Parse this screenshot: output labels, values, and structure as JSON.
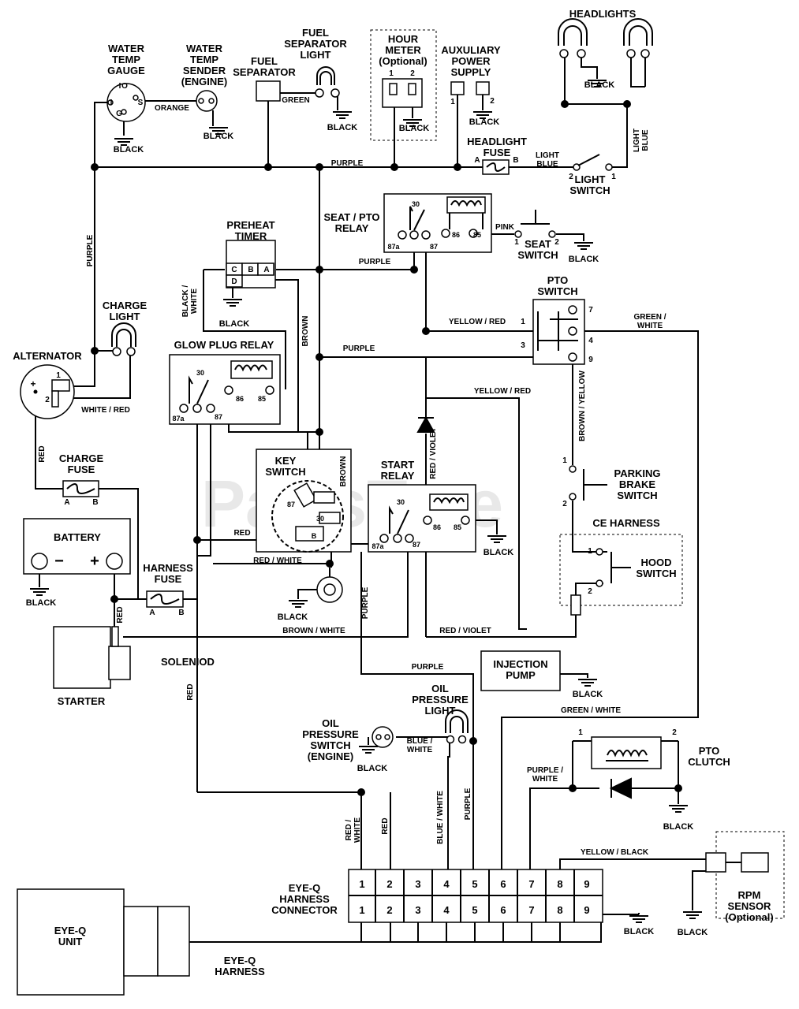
{
  "watermark": "PartsTree",
  "components": {
    "water_temp_gauge": "WATER\nTEMP\nGAUGE",
    "water_temp_sender": "WATER\nTEMP\nSENDER\n(ENGINE)",
    "fuel_separator": "FUEL\nSEPARATOR",
    "fuel_separator_light": "FUEL\nSEPARATOR\nLIGHT",
    "hour_meter": "HOUR\nMETER\n(Optional)",
    "aux_power": "AUXULIARY\nPOWER\nSUPPLY",
    "headlights": "HEADLIGHTS",
    "headlight_fuse": "HEADLIGHT\nFUSE",
    "light_switch": "LIGHT\nSWITCH",
    "seat_pto_relay": "SEAT / PTO\nRELAY",
    "seat_switch": "SEAT\nSWITCH",
    "preheat_timer": "PREHEAT\nTIMER",
    "charge_light": "CHARGE\nLIGHT",
    "alternator": "ALTERNATOR",
    "glow_plug_relay": "GLOW PLUG RELAY",
    "pto_switch": "PTO\nSWITCH",
    "charge_fuse": "CHARGE\nFUSE",
    "key_switch": "KEY\nSWITCH",
    "start_relay": "START\nRELAY",
    "parking_brake_switch": "PARKING\nBRAKE\nSWITCH",
    "ce_harness": "CE HARNESS",
    "hood_switch": "HOOD\nSWITCH",
    "battery": "BATTERY",
    "harness_fuse": "HARNESS\nFUSE",
    "solenoid": "SOLENIOD",
    "starter": "STARTER",
    "injection_pump": "INJECTION\nPUMP",
    "oil_pressure_light": "OIL\nPRESSURE\nLIGHT",
    "oil_pressure_switch": "OIL\nPRESSURE\nSWITCH\n(ENGINE)",
    "pto_clutch": "PTO\nCLUTCH",
    "eyeq_connector": "EYE-Q\nHARNESS\nCONNECTOR",
    "rpm_sensor": "RPM\nSENSOR\n(Optional)",
    "eyeq_unit": "EYE-Q\nUNIT",
    "eyeq_harness": "EYE-Q\nHARNESS"
  },
  "wire_labels": [
    {
      "text": "ORANGE",
      "id": "w1"
    },
    {
      "text": "GREEN",
      "id": "w2"
    },
    {
      "text": "PURPLE",
      "id": "w3"
    },
    {
      "text": "LIGHT\nBLUE",
      "id": "w4"
    },
    {
      "text": "LIGHT\nBLUE",
      "id": "w5"
    },
    {
      "text": "PINK",
      "id": "w6"
    },
    {
      "text": "PURPLE",
      "id": "w7"
    },
    {
      "text": "PURPLE",
      "id": "w8"
    },
    {
      "text": "BLACK /\nWHITE",
      "id": "w9"
    },
    {
      "text": "BROWN",
      "id": "w10"
    },
    {
      "text": "YELLOW / RED",
      "id": "w11"
    },
    {
      "text": "GREEN /\nWHITE",
      "id": "w12"
    },
    {
      "text": "PURPLE",
      "id": "w13"
    },
    {
      "text": "WHITE / RED",
      "id": "w14"
    },
    {
      "text": "YELLOW / RED",
      "id": "w15"
    },
    {
      "text": "BROWN / YELLOW",
      "id": "w16"
    },
    {
      "text": "RED",
      "id": "w17"
    },
    {
      "text": "RED / VIOLET",
      "id": "w18"
    },
    {
      "text": "BROWN",
      "id": "w19"
    },
    {
      "text": "RED",
      "id": "w20"
    },
    {
      "text": "RED / WHITE",
      "id": "w21"
    },
    {
      "text": "PURPLE",
      "id": "w22"
    },
    {
      "text": "RED",
      "id": "w23"
    },
    {
      "text": "BROWN / WHITE",
      "id": "w24"
    },
    {
      "text": "RED / VIOLET",
      "id": "w25"
    },
    {
      "text": "RED",
      "id": "w26"
    },
    {
      "text": "PURPLE",
      "id": "w27"
    },
    {
      "text": "GREEN / WHITE",
      "id": "w28"
    },
    {
      "text": "BLUE /\nWHITE",
      "id": "w29"
    },
    {
      "text": "PURPLE /\nWHITE",
      "id": "w30"
    },
    {
      "text": "RED /\nWHITE",
      "id": "w31"
    },
    {
      "text": "RED",
      "id": "w32"
    },
    {
      "text": "BLUE / WHITE",
      "id": "w33"
    },
    {
      "text": "PURPLE",
      "id": "w34"
    },
    {
      "text": "YELLOW / BLACK",
      "id": "w35"
    }
  ],
  "ground_label": "BLACK",
  "terminal_labels": {
    "gauge": [
      "I",
      "O",
      "I",
      "S",
      "G"
    ],
    "hour_meter": [
      "1",
      "2"
    ],
    "aux": [
      "1",
      "2"
    ],
    "fuse": [
      "A",
      "B"
    ],
    "light_switch": [
      "2",
      "1"
    ],
    "relay": [
      "30",
      "87a",
      "87",
      "86",
      "85"
    ],
    "seat_switch": [
      "1",
      "2"
    ],
    "preheat": [
      "C",
      "B",
      "A",
      "D"
    ],
    "pto_switch_left": [
      "1",
      "3"
    ],
    "pto_switch_right": [
      "7",
      "4",
      "9"
    ],
    "alternator": [
      "+",
      "1",
      "2"
    ],
    "battery": [
      "−",
      "+"
    ],
    "parking": [
      "1",
      "2"
    ],
    "hood": [
      "1",
      "2"
    ],
    "key": [
      "87",
      "30",
      "B"
    ],
    "pto_clutch": [
      "1",
      "2"
    ]
  },
  "connector_pins": [
    "1",
    "2",
    "3",
    "4",
    "5",
    "6",
    "7",
    "8",
    "9"
  ]
}
